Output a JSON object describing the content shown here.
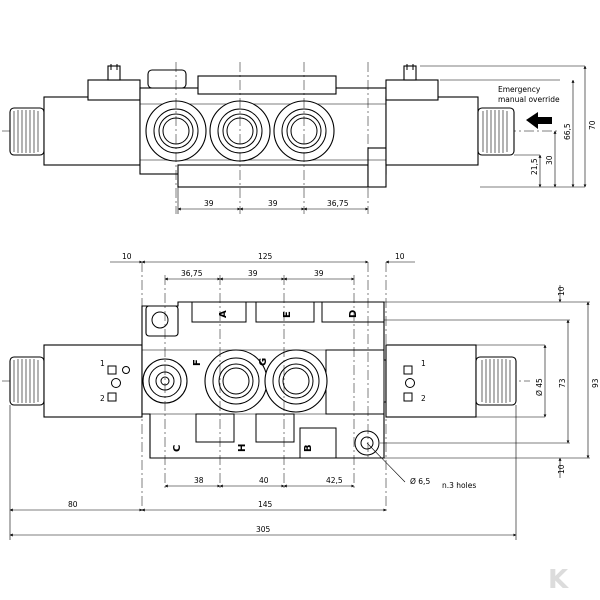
{
  "top_view": {
    "emergency_label_line1": "Emergency",
    "emergency_label_line2": "manual override",
    "dims": {
      "w1": "39",
      "w2": "39",
      "w3": "36,75",
      "h1": "21,5",
      "h2": "30",
      "h3": "66,5",
      "h4": "70"
    }
  },
  "front_view": {
    "dims_top": {
      "left": "10",
      "overall": "125",
      "right": "10",
      "a": "36,75",
      "b": "39",
      "c": "39"
    },
    "dims_bottom": {
      "a": "38",
      "b": "40",
      "c": "42,5",
      "body": "145",
      "coil": "80",
      "total": "305"
    },
    "dims_right": {
      "v10top": "10",
      "v45": "Ø 45",
      "v73": "73",
      "v93": "93",
      "v10bot": "10"
    },
    "ports": {
      "A": "A",
      "E": "E",
      "D": "D",
      "F": "F",
      "G": "G",
      "C": "C",
      "H": "H",
      "B": "B"
    },
    "coil_pins": {
      "p1": "1",
      "p2": "2"
    },
    "hole_note_dia": "Ø 6,5",
    "hole_note_count": "n.3 holes"
  },
  "logo_text": "K"
}
